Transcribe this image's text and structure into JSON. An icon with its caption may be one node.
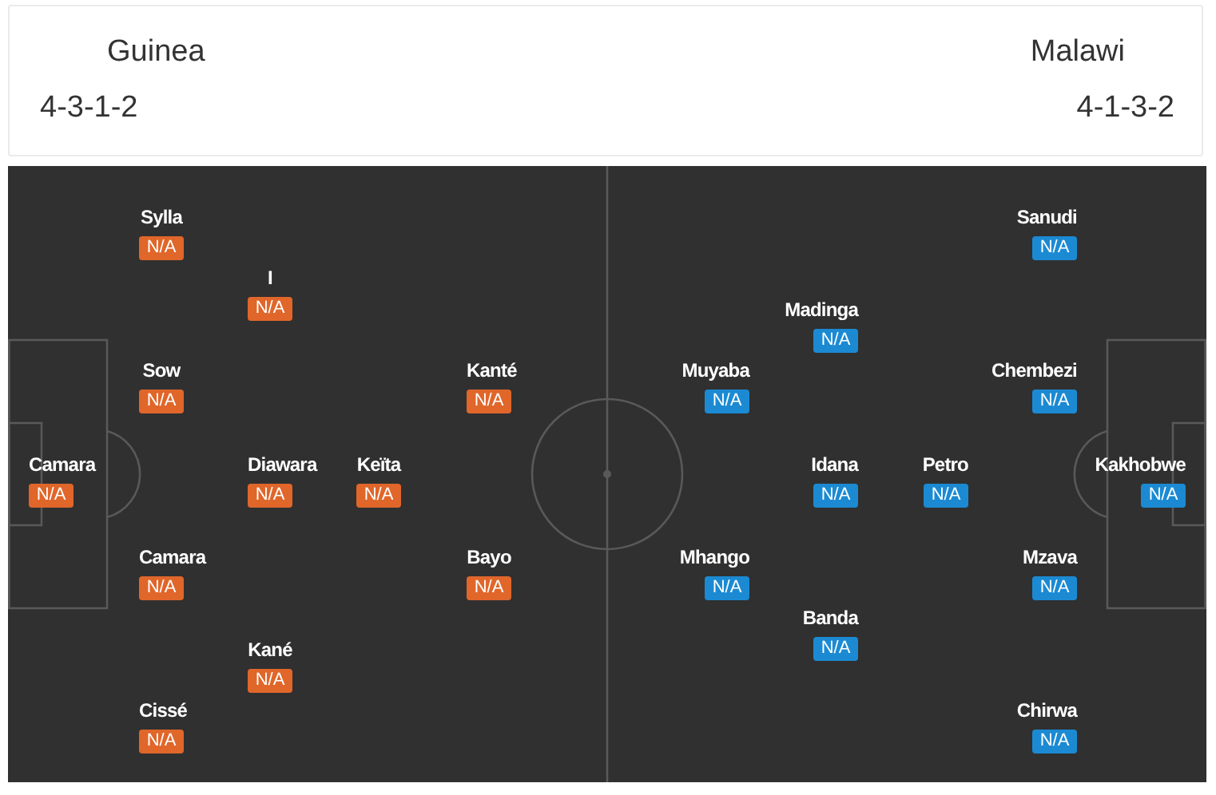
{
  "diagram": {
    "nodes": [
      {
        "text": [
          "Sylla",
          "N/A"
        ]
      },
      {
        "text": [
          "I",
          "N/A"
        ]
      },
      {
        "text": [
          "Sow",
          "N/A"
        ]
      },
      {
        "text": [
          "Kanté",
          "N/A"
        ]
      },
      {
        "text": [
          "Camara",
          "N/A"
        ]
      },
      {
        "text": [
          "Diawara",
          "N/A"
        ]
      },
      {
        "text": [
          "Keïta",
          "N/A"
        ]
      },
      {
        "text": [
          "Camara",
          "N/A"
        ]
      },
      {
        "text": [
          "Bayo",
          "N/A"
        ]
      },
      {
        "text": [
          "Kané",
          "N/A"
        ]
      },
      {
        "text": [
          "Cissé",
          "N/A"
        ]
      },
      {
        "text": [
          "Sanudi",
          "N/A"
        ]
      },
      {
        "text": [
          "Madinga",
          "N/A"
        ]
      },
      {
        "text": [
          "Muyaba",
          "N/A"
        ]
      },
      {
        "text": [
          "Chembezi",
          "N/A"
        ]
      },
      {
        "text": [
          "Idana",
          "N/A"
        ]
      },
      {
        "text": [
          "Petro",
          "N/A"
        ]
      },
      {
        "text": [
          "Kakhobwe",
          "N/A"
        ]
      },
      {
        "text": [
          "Mhango",
          "N/A"
        ]
      },
      {
        "text": [
          "Mzava",
          "N/A"
        ]
      },
      {
        "text": [
          "Banda",
          "N/A"
        ]
      },
      {
        "text": [
          "Chirwa",
          "N/A"
        ]
      }
    ],
    "labels": [
      "Guinea",
      "Malawi",
      "4-3-1-2",
      "4-1-3-2"
    ]
  }
}
